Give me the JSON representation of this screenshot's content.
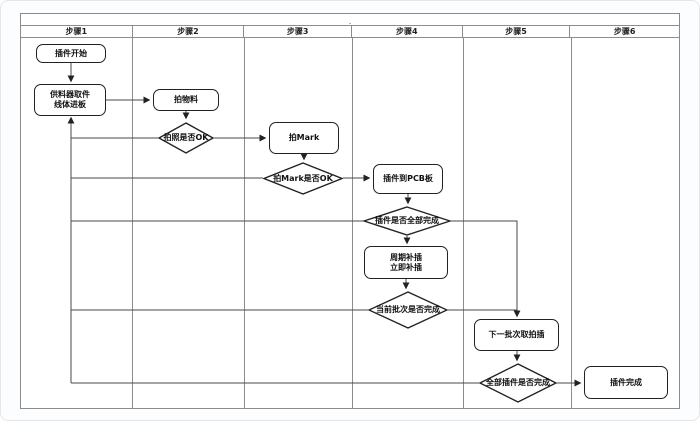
{
  "title_mark": ".",
  "lanes": [
    {
      "label": "步骤1"
    },
    {
      "label": "步骤2"
    },
    {
      "label": "步骤3"
    },
    {
      "label": "步骤4"
    },
    {
      "label": "步骤5"
    },
    {
      "label": "步骤6"
    }
  ],
  "nodes": {
    "start": {
      "label": "插件开始",
      "shape": "rounded-box"
    },
    "feeder": {
      "label": "供料器取件\n线体进板",
      "shape": "rounded-box"
    },
    "photo_material": {
      "label": "拍物料",
      "shape": "rounded-box"
    },
    "photo_ok": {
      "label": "拍照是否OK",
      "shape": "decision-diamond"
    },
    "photo_mark": {
      "label": "拍Mark",
      "shape": "rounded-box"
    },
    "mark_ok": {
      "label": "拍Mark是否OK",
      "shape": "decision-diamond"
    },
    "insert_pcb": {
      "label": "插件到PCB板",
      "shape": "rounded-box"
    },
    "insert_all_done": {
      "label": "插件是否全部完成",
      "shape": "decision-diamond"
    },
    "replenish": {
      "label": "周期补插\n立即补插",
      "shape": "rounded-box"
    },
    "batch_done": {
      "label": "当前批次是否完成",
      "shape": "decision-diamond"
    },
    "next_batch": {
      "label": "下一批次取拍插",
      "shape": "rounded-box"
    },
    "all_insert_done": {
      "label": "全部插件是否完成",
      "shape": "decision-diamond"
    },
    "finish": {
      "label": "插件完成",
      "shape": "rounded-box"
    }
  },
  "colors": {
    "frame_border": "#8c8c8c",
    "shape_border": "#222222",
    "connector": "#4a4a4a",
    "background": "#ffffff"
  }
}
